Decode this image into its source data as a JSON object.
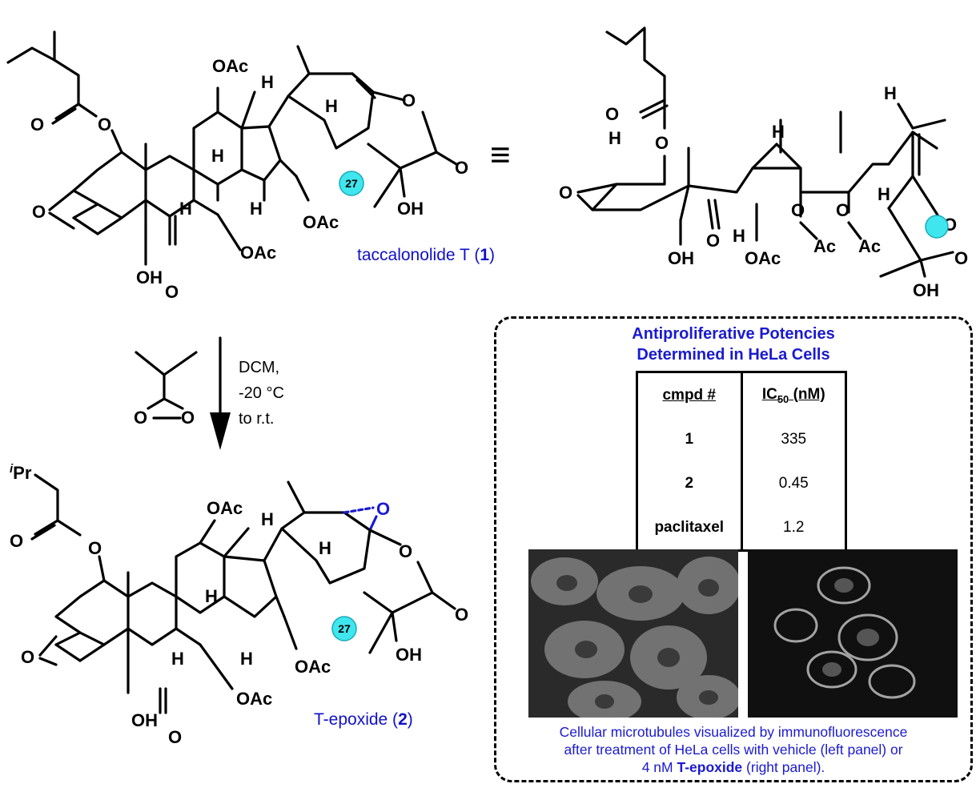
{
  "compound1": {
    "name_prefix": "taccalonolide T (",
    "number": "1",
    "name_suffix": ")"
  },
  "compound2": {
    "name_prefix": "T-epoxide (",
    "number": "2",
    "name_suffix": ")"
  },
  "equivalence_symbol": "≡",
  "reaction": {
    "conditions": [
      "DCM,",
      "-20 °C",
      "to r.t."
    ]
  },
  "atom_labels": {
    "oac": "OAc",
    "oh": "OH",
    "o": "O",
    "h": "H",
    "o_ac_o": "O",
    "ac": "Ac",
    "ipr_sup": "i",
    "ipr": "Pr"
  },
  "badge": {
    "position_label": "27"
  },
  "potency_box": {
    "title_line1": "Antiproliferative Potencies",
    "title_line2": "Determined in HeLa Cells",
    "table": {
      "header_compound": "cmpd #",
      "header_ic50_main": "IC",
      "header_ic50_sub": "50",
      "header_ic50_unit": " (nM)",
      "rows": [
        {
          "compound": "1",
          "ic50": "335"
        },
        {
          "compound": "2",
          "ic50": "0.45"
        },
        {
          "compound": "paclitaxel",
          "ic50": "1.2"
        }
      ]
    },
    "caption_line1": "Cellular microtubules visualized by immunofluorescence",
    "caption_line2": "after treatment of HeLa cells with vehicle (left panel) or",
    "caption_line3_prefix": "4 nM ",
    "caption_line3_bold": "T-epoxide",
    "caption_line3_suffix": " (right panel)."
  }
}
